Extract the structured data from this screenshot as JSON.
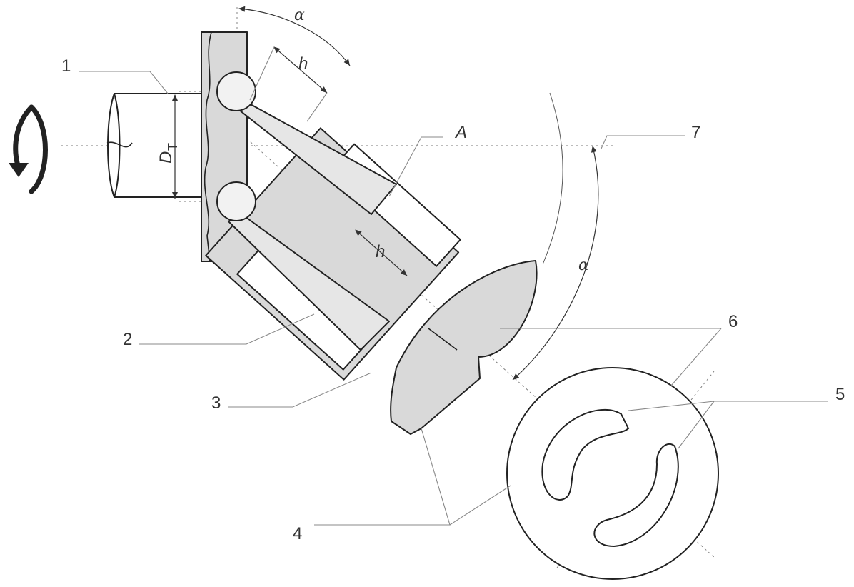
{
  "labels": {
    "n1": "1",
    "n2": "2",
    "n3": "3",
    "n4": "4",
    "n5": "5",
    "n6": "6",
    "n7": "7",
    "a": "A",
    "alpha_top": "α",
    "alpha_right": "α",
    "h_top": "h",
    "h_mid": "h",
    "dt_main": "D",
    "dt_sub": "T"
  },
  "colors": {
    "part_fill": "#d9d9d9",
    "outline": "#222222",
    "leader": "#888888"
  },
  "icons": {
    "rotation": "rotation-arrow-icon"
  }
}
